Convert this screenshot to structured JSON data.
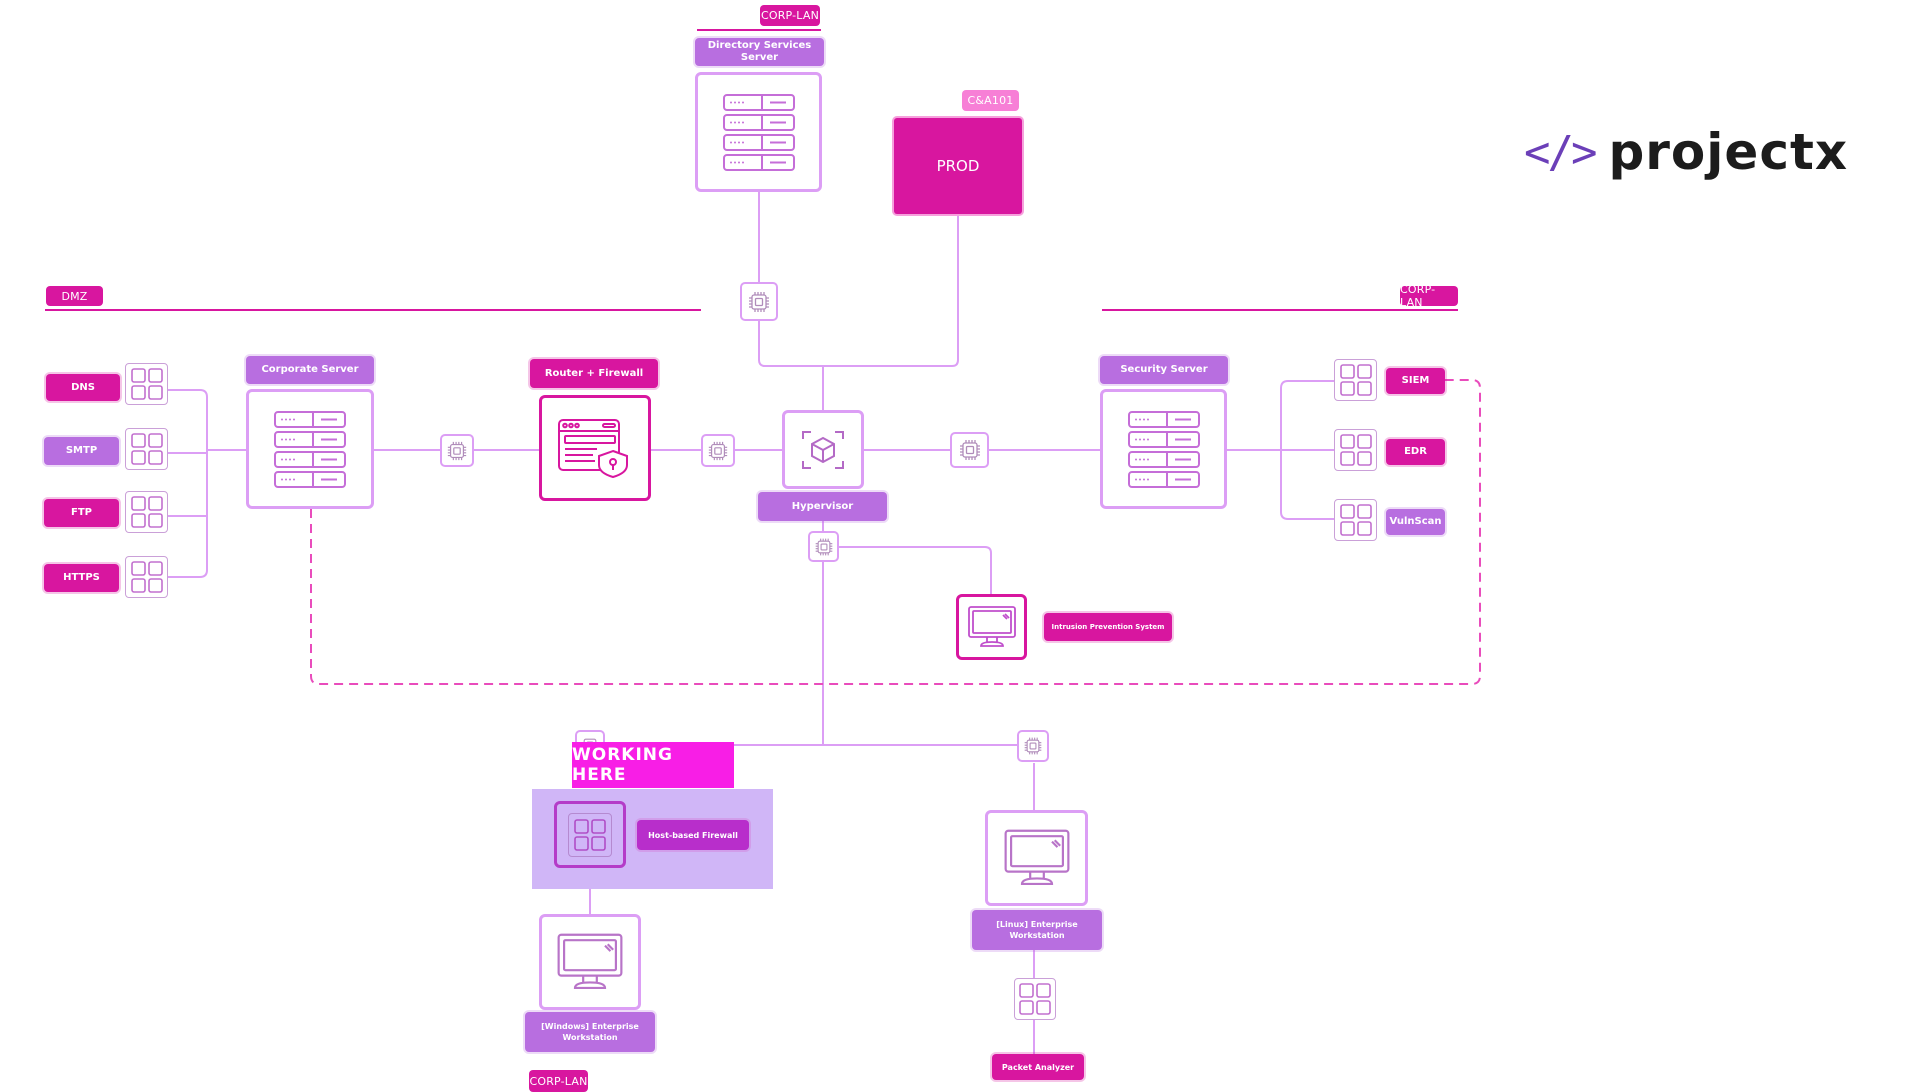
{
  "logo": {
    "mark": "</>",
    "text": "projectx"
  },
  "zones": {
    "dmz": "DMZ",
    "corp_lan_top": "CORP-LAN",
    "corp_lan_right": "CORP-LAN",
    "corp_lan_bottom": "CORP-LAN"
  },
  "prod": {
    "tag": "C&A101",
    "label": "PROD"
  },
  "nodes": {
    "directory_server": "Directory Services Server",
    "corporate_server": "Corporate Server",
    "router_firewall": "Router + Firewall",
    "hypervisor": "Hypervisor",
    "security_server": "Security Server",
    "ips": "Intrusion Prevention System",
    "host_firewall": "Host-based Firewall",
    "windows_ws": "[Windows] Enterprise Workstation",
    "linux_ws": "[Linux] Enterprise Workstation",
    "packet_analyzer": "Packet Analyzer"
  },
  "dmz_services": [
    "DNS",
    "SMTP",
    "FTP",
    "HTTPS"
  ],
  "security_tools": [
    "SIEM",
    "EDR",
    "VulnScan"
  ],
  "annotation": {
    "working_here": "WORKING HERE"
  },
  "colors": {
    "pink": "#d8169f",
    "purple": "#b86ee0",
    "line": "#dc9ef5",
    "highlight": "#f81ee6",
    "zone_fill": "#d0b6f7",
    "logo_mark": "#6b3fb8"
  }
}
